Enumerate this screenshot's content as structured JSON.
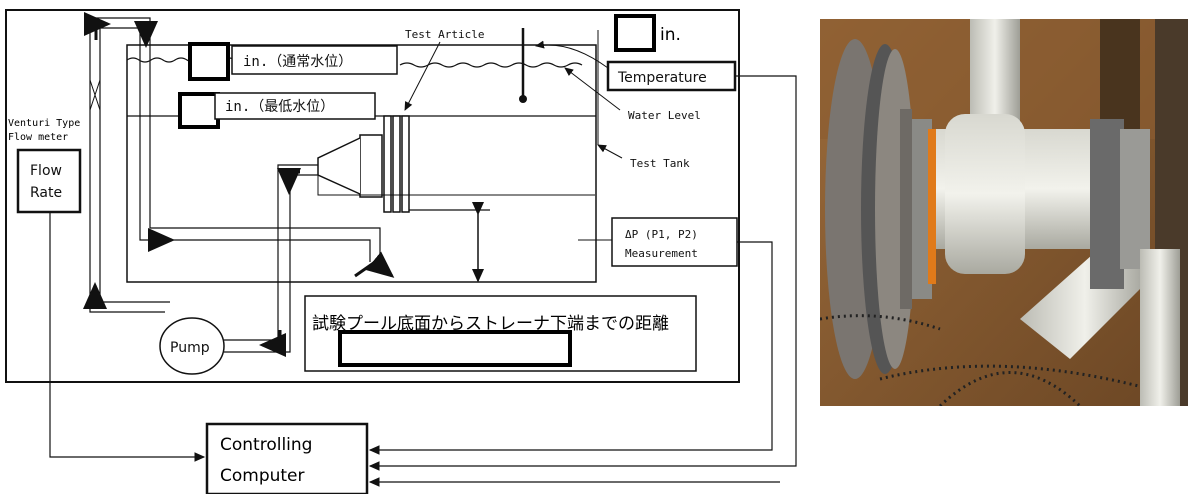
{
  "diagram": {
    "normal_level_unit": "in.（通常水位）",
    "min_level_unit": "in.（最低水位）",
    "top_unit": "in.",
    "test_article": "Test Article",
    "temperature": "Temperature",
    "water_level": "Water Level",
    "test_tank": "Test Tank",
    "venturi_line1": "Venturi Type",
    "venturi_line2": "Flow meter",
    "flow_rate_line1": "Flow",
    "flow_rate_line2": "Rate",
    "dp_line1": "ΔP (P1, P2)",
    "dp_line2": "Measurement",
    "pump": "Pump",
    "distance_caption": "試験プール底面からストレーナ下端までの距離",
    "controlling_line1": "Controlling",
    "controlling_line2": "Computer"
  },
  "photo": {
    "description_icon": "strainer-test-photo"
  },
  "colors": {
    "line": "#111111",
    "redact": "#000000",
    "background": "#ffffff"
  }
}
